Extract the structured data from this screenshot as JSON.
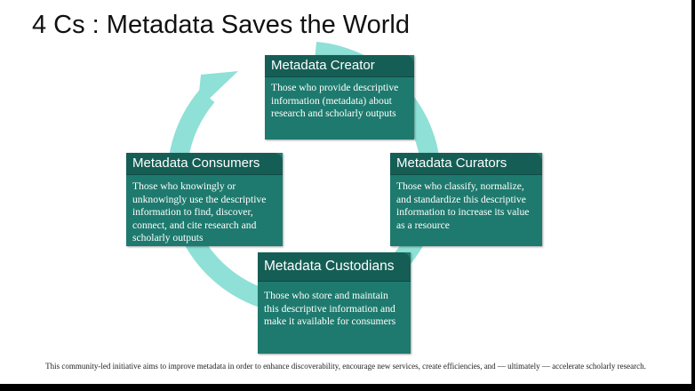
{
  "slide": {
    "title": "4 Cs : Metadata Saves the World",
    "footer": "This community-led initiative aims to improve metadata in order to enhance discoverability, encourage new services, create efficiencies, and — ultimately — accelerate scholarly research."
  },
  "boxes": {
    "creator": {
      "title": "Metadata Creator",
      "lines": [
        "Those who provide descriptive",
        "information (metadata) about",
        "research and scholarly outputs"
      ]
    },
    "consumers": {
      "title": "Metadata Consumers",
      "lines": [
        "Those who knowingly or",
        "unknowingly use the descriptive",
        "information to find, discover,",
        "connect, and cite research and",
        "scholarly outputs"
      ]
    },
    "curators": {
      "title": "Metadata Curators",
      "lines": [
        "Those who classify, normalize,",
        "and standardize this descriptive",
        "information to increase its value",
        "as a resource"
      ]
    },
    "custodians": {
      "title": "Metadata Custodians",
      "lines": [
        "Those who store and maintain",
        "this descriptive information and",
        "make it available for consumers"
      ]
    }
  },
  "colors": {
    "box_body": "#1e7a6e",
    "box_header": "#155e55",
    "cycle_arrow": "#8fe0d6"
  }
}
